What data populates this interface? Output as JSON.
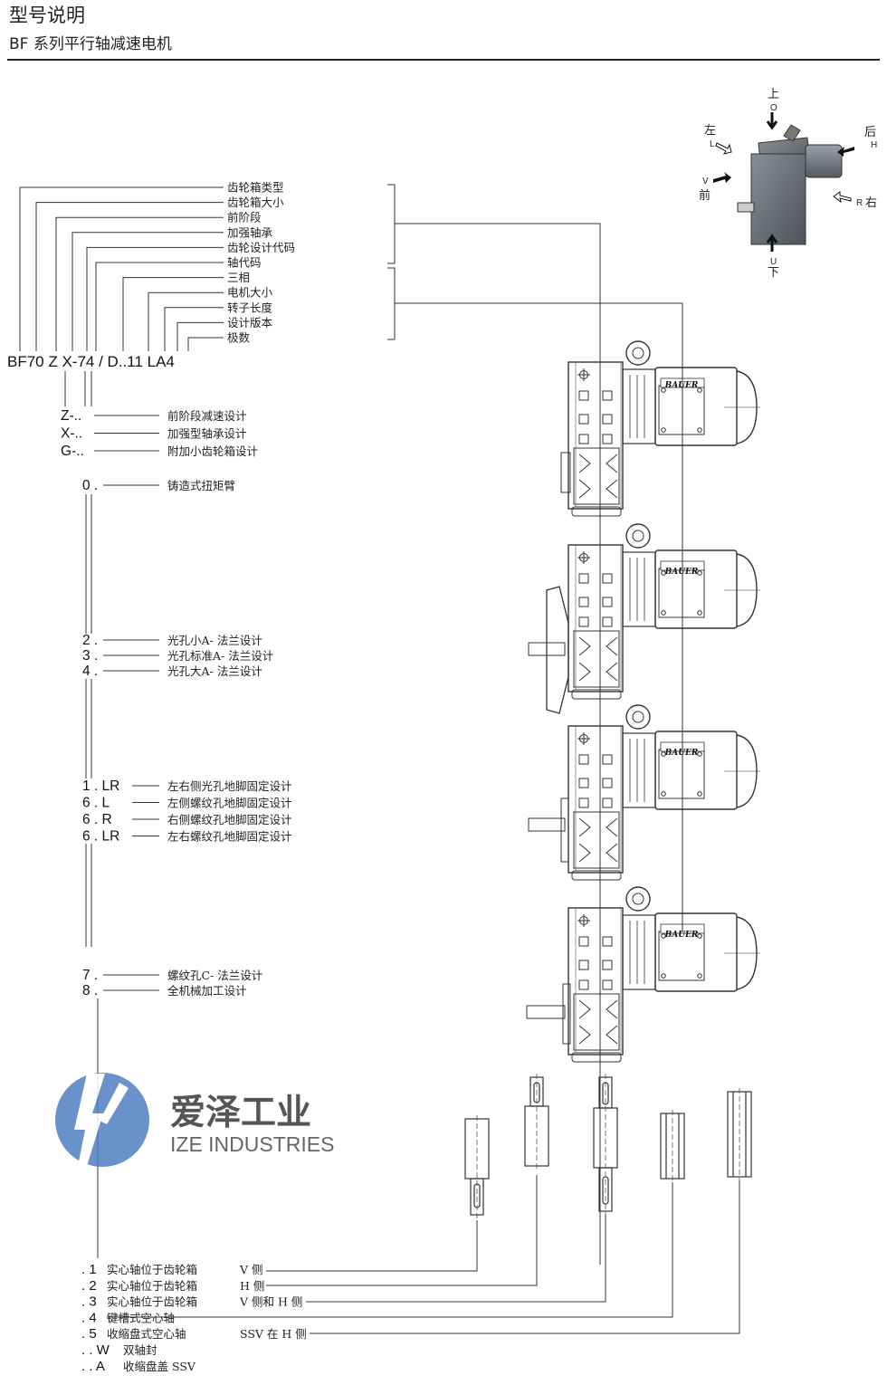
{
  "header": {
    "title": "型号说明",
    "subtitle": "BF 系列平行轴减速电机"
  },
  "model_code": "BF70 Z X-74 / D..11 LA4",
  "code_labels": [
    "齿轮箱类型",
    "齿轮箱大小",
    "前阶段",
    "加强轴承",
    "齿轮设计代码",
    "轴代码",
    "三相",
    "电机大小",
    "转子长度",
    "设计版本",
    "极数"
  ],
  "prefix_options": [
    {
      "code": "Z-..",
      "desc": "前阶段减速设计"
    },
    {
      "code": "X-..",
      "desc": "加强型轴承设计"
    },
    {
      "code": "G-..",
      "desc": "附加小齿轮箱设计"
    }
  ],
  "mount_groups": [
    [
      {
        "code": "0 .",
        "desc": "铸造式扭矩臂"
      }
    ],
    [
      {
        "code": "2 .",
        "desc": "光孔小A- 法兰设计"
      },
      {
        "code": "3 .",
        "desc": "光孔标准A- 法兰设计"
      },
      {
        "code": "4 .",
        "desc": "光孔大A- 法兰设计"
      }
    ],
    [
      {
        "code": "1 . LR",
        "desc": "左右侧光孔地脚固定设计"
      },
      {
        "code": "6 . L",
        "desc": "左侧螺纹孔地脚固定设计"
      },
      {
        "code": "6 . R",
        "desc": "右侧螺纹孔地脚固定设计"
      },
      {
        "code": "6 . LR",
        "desc": "左右螺纹孔地脚固定设计"
      }
    ],
    [
      {
        "code": "7 .",
        "desc": "螺纹孔C- 法兰设计"
      },
      {
        "code": "8 .",
        "desc": "全机械加工设计"
      }
    ]
  ],
  "shaft_options": [
    {
      "code": ". 1",
      "desc": "实心轴位于齿轮箱",
      "side": "V 侧"
    },
    {
      "code": ". 2",
      "desc": "实心轴位于齿轮箱",
      "side": "H 侧"
    },
    {
      "code": ". 3",
      "desc": "实心轴位于齿轮箱",
      "side": "V 侧和 H 侧"
    },
    {
      "code": ". 4",
      "desc": "键槽式空心轴",
      "side": ""
    },
    {
      "code": ". 5",
      "desc": "收缩盘式空心轴",
      "side": "SSV 在 H 侧"
    },
    {
      "code": ". . W",
      "desc": "双轴封",
      "side": ""
    },
    {
      "code": ". . A",
      "desc": "收缩盘盖 SSV",
      "side": ""
    }
  ],
  "orientation": {
    "top": {
      "cn": "上",
      "code": "O"
    },
    "bottom": {
      "cn": "下",
      "code": "U"
    },
    "left": {
      "cn": "左",
      "code": "L"
    },
    "right": {
      "cn": "右",
      "code": "R"
    },
    "front": {
      "cn": "前",
      "code": "V"
    },
    "back": {
      "cn": "后",
      "code": "H"
    }
  },
  "brand": "BAUER",
  "watermark": {
    "cn": "爱泽工业",
    "en": "IZE INDUSTRIES"
  }
}
